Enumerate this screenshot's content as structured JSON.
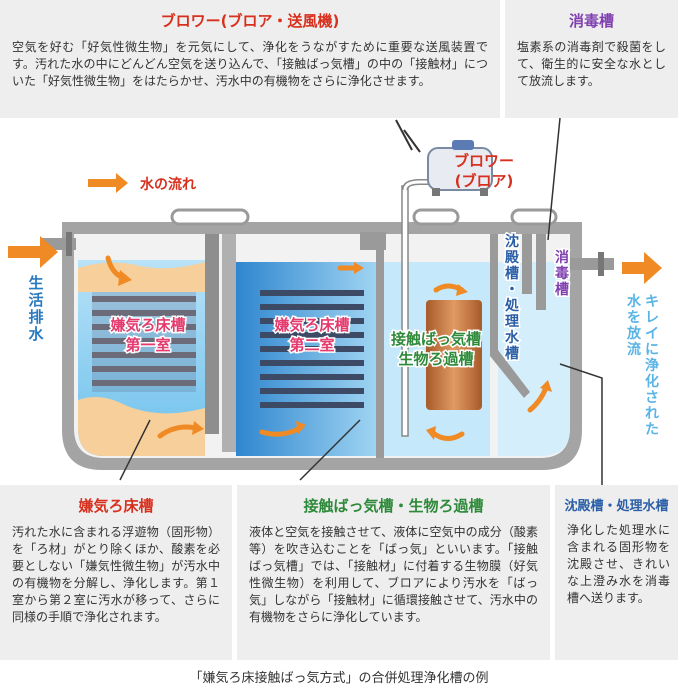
{
  "blower": {
    "title": "ブロワー(ブロア・送風機)",
    "text": "空気を好む「好気性微生物」を元気にして、浄化をうながすために重要な送風装置です。汚れた水の中にどんどん空気を送り込んで、「接触ばっ気槽」の中の「接触材」についた「好気性微生物」をはたらかせ、汚水中の有機物をさらに浄化させます。"
  },
  "disinfect": {
    "title": "消毒槽",
    "text": "塩素系の消毒剤で殺菌をして、衛生的に安全な水として放流します。"
  },
  "anaerobic": {
    "title": "嫌気ろ床槽",
    "text": "汚れた水に含まれる浮遊物（固形物）を「ろ材」がとり除くほか、酸素を必要としない「嫌気性微生物」が汚水中の有機物を分解し、浄化します。第１室から第２室に汚水が移って、さらに同様の手順で浄化されます。"
  },
  "contact": {
    "title": "接触ばっ気槽・生物ろ過槽",
    "text": "液体と空気を接触させて、液体に空気中の成分（酸素等）を吹き込むことを「ばっ気」といいます。「接触ばっ気槽」では、「接触材」に付着する生物膜（好気性微生物）を利用して、ブロアにより汚水を「ばっ気」しながら「接触材」に循環接触させて、汚水中の有機物をさらに浄化しています。"
  },
  "sediment": {
    "title": "沈殿槽・処理水槽",
    "text": "浄化した処理水に含まれる固形物を沈殿させ、きれいな上澄み水を消毒槽へ送ります。"
  },
  "diagram": {
    "flow_legend": "水の流れ",
    "inlet": [
      "生",
      "活",
      "排",
      "水"
    ],
    "room1": [
      "嫌気ろ床槽",
      "第一室"
    ],
    "room2": [
      "嫌気ろ床槽",
      "第二室"
    ],
    "contact_tank": [
      "接触ばっ気槽",
      "生物ろ過槽"
    ],
    "sediment_tank": [
      "沈",
      "殿",
      "槽",
      "・",
      "処",
      "理",
      "水",
      "槽"
    ],
    "disinfect_tank": [
      "消",
      "毒",
      "槽"
    ],
    "blower_label": [
      "ブロワー",
      "(ブロア)"
    ],
    "outlet_col1": [
      "キ",
      "レ",
      "イ",
      "に",
      "浄",
      "化",
      "さ",
      "れ",
      "た"
    ],
    "outlet_col2": [
      "水",
      "を",
      "放",
      "流"
    ]
  },
  "caption": "「嫌気ろ床接触ばっ気方式」の合併処理浄化槽の例",
  "colors": {
    "red": "#d8301e",
    "purple": "#8040b0",
    "green": "#2e8a3a",
    "blue": "#2a5ea6",
    "orange": "#f08a24",
    "light_blue": "#5ab4e6",
    "tank_gray": "#9a9a9a"
  }
}
